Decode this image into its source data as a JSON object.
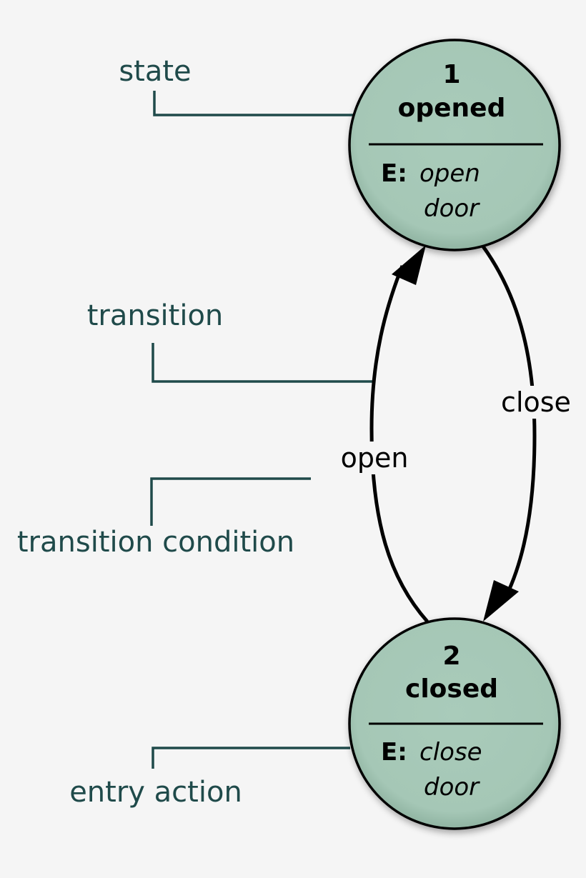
{
  "legend": {
    "state": "state",
    "transition": "transition",
    "transition_condition": "transition condition",
    "entry_action": "entry action"
  },
  "states": [
    {
      "number": "1",
      "name": "opened",
      "entry_prefix": "E:",
      "entry_line1": "open",
      "entry_line2": "door"
    },
    {
      "number": "2",
      "name": "closed",
      "entry_prefix": "E:",
      "entry_line1": "close",
      "entry_line2": "door"
    }
  ],
  "transitions": [
    {
      "label": "open",
      "from": "closed",
      "to": "opened"
    },
    {
      "label": "close",
      "from": "opened",
      "to": "closed"
    }
  ],
  "colors": {
    "background": "#f5f5f5",
    "state_fill": "#a7c9b8",
    "legend_text": "#1f4a4a"
  }
}
